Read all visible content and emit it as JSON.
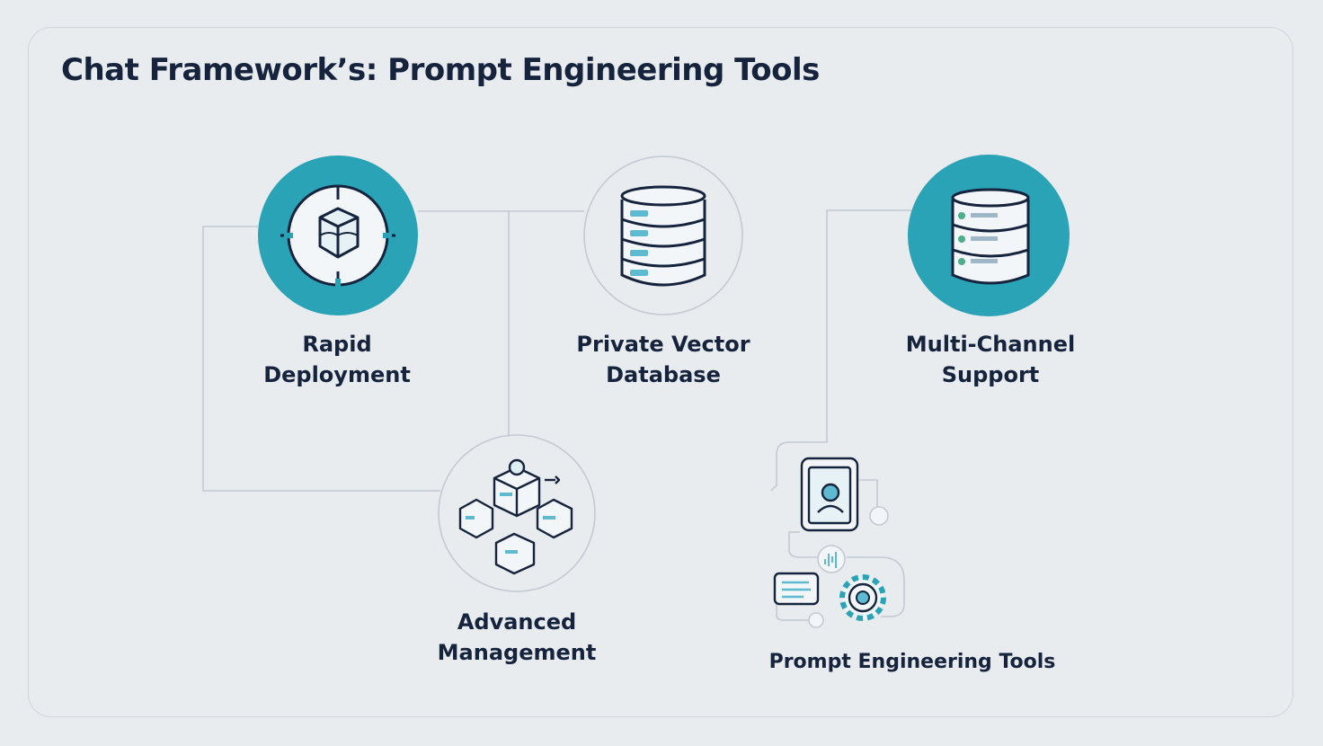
{
  "title": "Chat Framework’s: Prompt Engineering  Tools",
  "colors": {
    "accent": "#2ba3b6",
    "ink": "#15233d",
    "line": "#c3cad2",
    "background": "#e9ecef"
  },
  "nodes": [
    {
      "id": "rapid-deployment",
      "icon": "target-cube-icon",
      "lines": [
        "Rapid",
        "Deployment"
      ]
    },
    {
      "id": "private-vector-database",
      "icon": "database-icon",
      "lines": [
        "Private Vector",
        "Database"
      ]
    },
    {
      "id": "multi-channel-support",
      "icon": "server-stack-icon",
      "lines": [
        "Multi-Channel",
        "Support"
      ]
    },
    {
      "id": "advanced-management",
      "icon": "cube-cluster-icon",
      "lines": [
        "Advanced",
        "Management"
      ]
    },
    {
      "id": "prompt-engineering-tools",
      "icon": "phone-chat-gear-icon",
      "lines": [
        "Prompt Engineering Tools"
      ]
    }
  ]
}
